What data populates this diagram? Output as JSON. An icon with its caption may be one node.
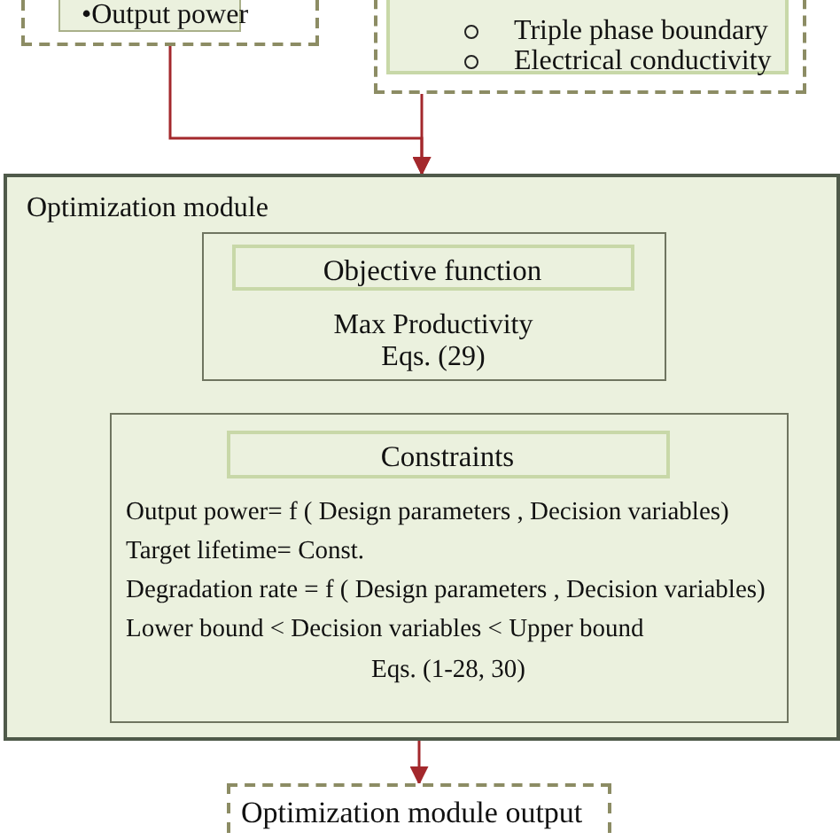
{
  "diagram": {
    "nodes": [
      {
        "text": [],
        "shape": "box"
      },
      {
        "text": [
          "•Output power"
        ],
        "in": 0
      },
      {
        "text": [],
        "shape": "box"
      },
      {
        "text": [
          "Triple phase boundary",
          "Electrical conductivity"
        ],
        "in": 2
      },
      {
        "text": [
          "Optimization module"
        ]
      },
      {
        "text": [
          "Max Productivity",
          "Eqs. (29)"
        ],
        "in": 4
      },
      {
        "text": [
          "Objective function"
        ],
        "in": 5
      },
      {
        "text": [
          "Output power= f ( Design parameters , Decision variables)",
          "Target lifetime= Const.",
          "Degradation rate = f ( Design parameters , Decision variables)",
          "Lower bound < Decision variables < Upper bound",
          "Eqs. (1-28, 30)"
        ],
        "in": 4
      },
      {
        "text": [
          "Constraints"
        ],
        "in": 7
      },
      {
        "text": [
          "Optimization module output"
        ]
      }
    ],
    "edges": [
      {
        "from": 0,
        "to": 4,
        "arrow": "to"
      },
      {
        "from": 2,
        "to": 4,
        "arrow": "to"
      },
      {
        "from": 4,
        "to": 9,
        "arrow": "to"
      }
    ]
  }
}
